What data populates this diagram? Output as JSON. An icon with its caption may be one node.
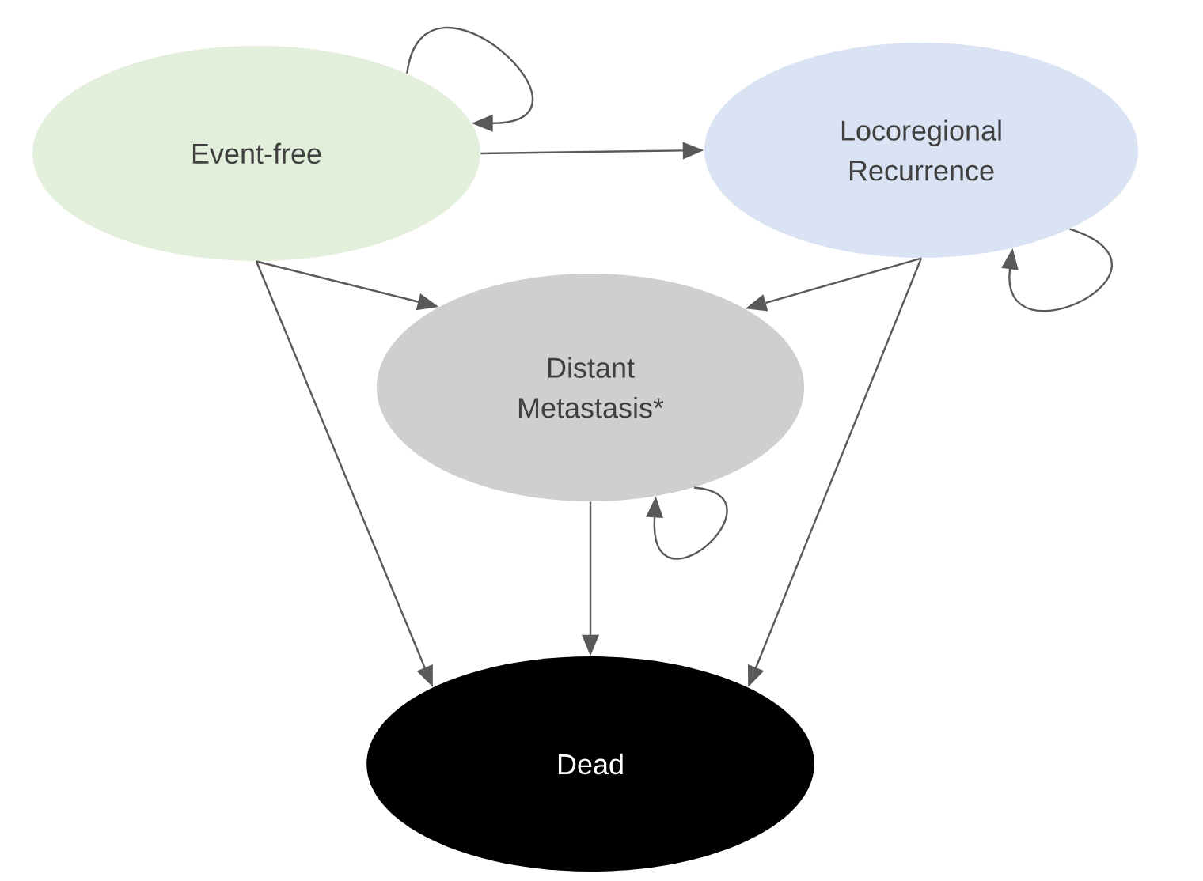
{
  "diagram": {
    "nodes": [
      {
        "text": [
          "Event-free"
        ]
      },
      {
        "text": [
          "Locoregional Recurrence"
        ]
      },
      {
        "text": [
          "Distant Metastasis*"
        ]
      },
      {
        "text": [
          "Dead"
        ]
      }
    ],
    "edges": [
      {
        "from": 0,
        "to": 0,
        "arrow": "to"
      },
      {
        "from": 0,
        "to": 1,
        "arrow": "to"
      },
      {
        "from": 0,
        "to": 2,
        "arrow": "to"
      },
      {
        "from": 0,
        "to": 3,
        "arrow": "to"
      },
      {
        "from": 1,
        "to": 1,
        "arrow": "to"
      },
      {
        "from": 1,
        "to": 2,
        "arrow": "to"
      },
      {
        "from": 1,
        "to": 3,
        "arrow": "to"
      },
      {
        "from": 2,
        "to": 2,
        "arrow": "to"
      },
      {
        "from": 2,
        "to": 3,
        "arrow": "to"
      }
    ]
  }
}
